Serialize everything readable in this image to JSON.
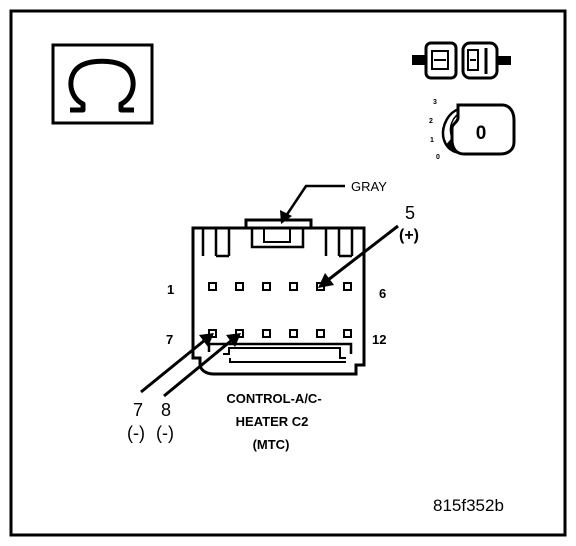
{
  "connector_color_label": "GRAY",
  "pin_range_top": {
    "start": "1",
    "end": "6"
  },
  "pin_range_bottom": {
    "start": "7",
    "end": "12"
  },
  "callouts": [
    {
      "pin": "5",
      "polarity": "(+)"
    },
    {
      "pin": "7",
      "polarity": "(-)"
    },
    {
      "pin": "8",
      "polarity": "(-)"
    }
  ],
  "connector_title": {
    "line1": "CONTROL-A/C-",
    "line2": "HEATER C2",
    "line3": "(MTC)"
  },
  "ignition_positions": [
    "3",
    "2",
    "1",
    "0"
  ],
  "ignition_key_label": "0",
  "figure_id": "815f352b",
  "icons": {
    "ohm": "ohmmeter-symbol-icon",
    "connector_state": "disconnected-connector-icon",
    "ignition": "ignition-key-off-icon"
  }
}
